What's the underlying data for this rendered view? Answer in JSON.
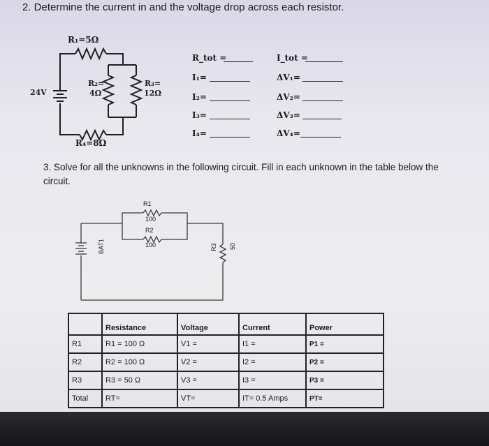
{
  "problem2": {
    "title": "2. Determine the current in and the voltage drop across each resistor.",
    "battery": "24V",
    "r1": "R₁=5Ω",
    "r2_a": "R₂=",
    "r2_b": "4Ω",
    "r3_a": "R₃=",
    "r3_b": "12Ω",
    "r4": "R₄=8Ω",
    "left_labels": [
      "R_tot =",
      "I₁=",
      "I₂=",
      "I₃=",
      "I₄="
    ],
    "right_labels": [
      "I_tot =",
      "ΔV₁=",
      "ΔV₂=",
      "ΔV₃=",
      "ΔV₄="
    ]
  },
  "problem3": {
    "text": "3.  Solve for all the unknowns in the following circuit. Fill in each unknown in the table below the circuit.",
    "r1_name": "R1",
    "r1_value": "100",
    "r2_name": "R2",
    "r2_value": "100",
    "r3_name": "R3",
    "r3_value": "50",
    "battery_name": "BAT1"
  },
  "table": {
    "headers": [
      "",
      "Resistance",
      "Voltage",
      "Current",
      "Power"
    ],
    "rows": [
      [
        "R1",
        "R1 = 100 Ω",
        "V1 =",
        "I1 =",
        "P1 ="
      ],
      [
        "R2",
        "R2 = 100 Ω",
        "V2 =",
        "I2 =",
        "P2 ="
      ],
      [
        "R3",
        "R3 = 50 Ω",
        "V3 =",
        "I3 =",
        "P3 ="
      ],
      [
        "Total",
        "RT=",
        "VT=",
        "IT= 0.5 Amps",
        "PT="
      ]
    ]
  }
}
